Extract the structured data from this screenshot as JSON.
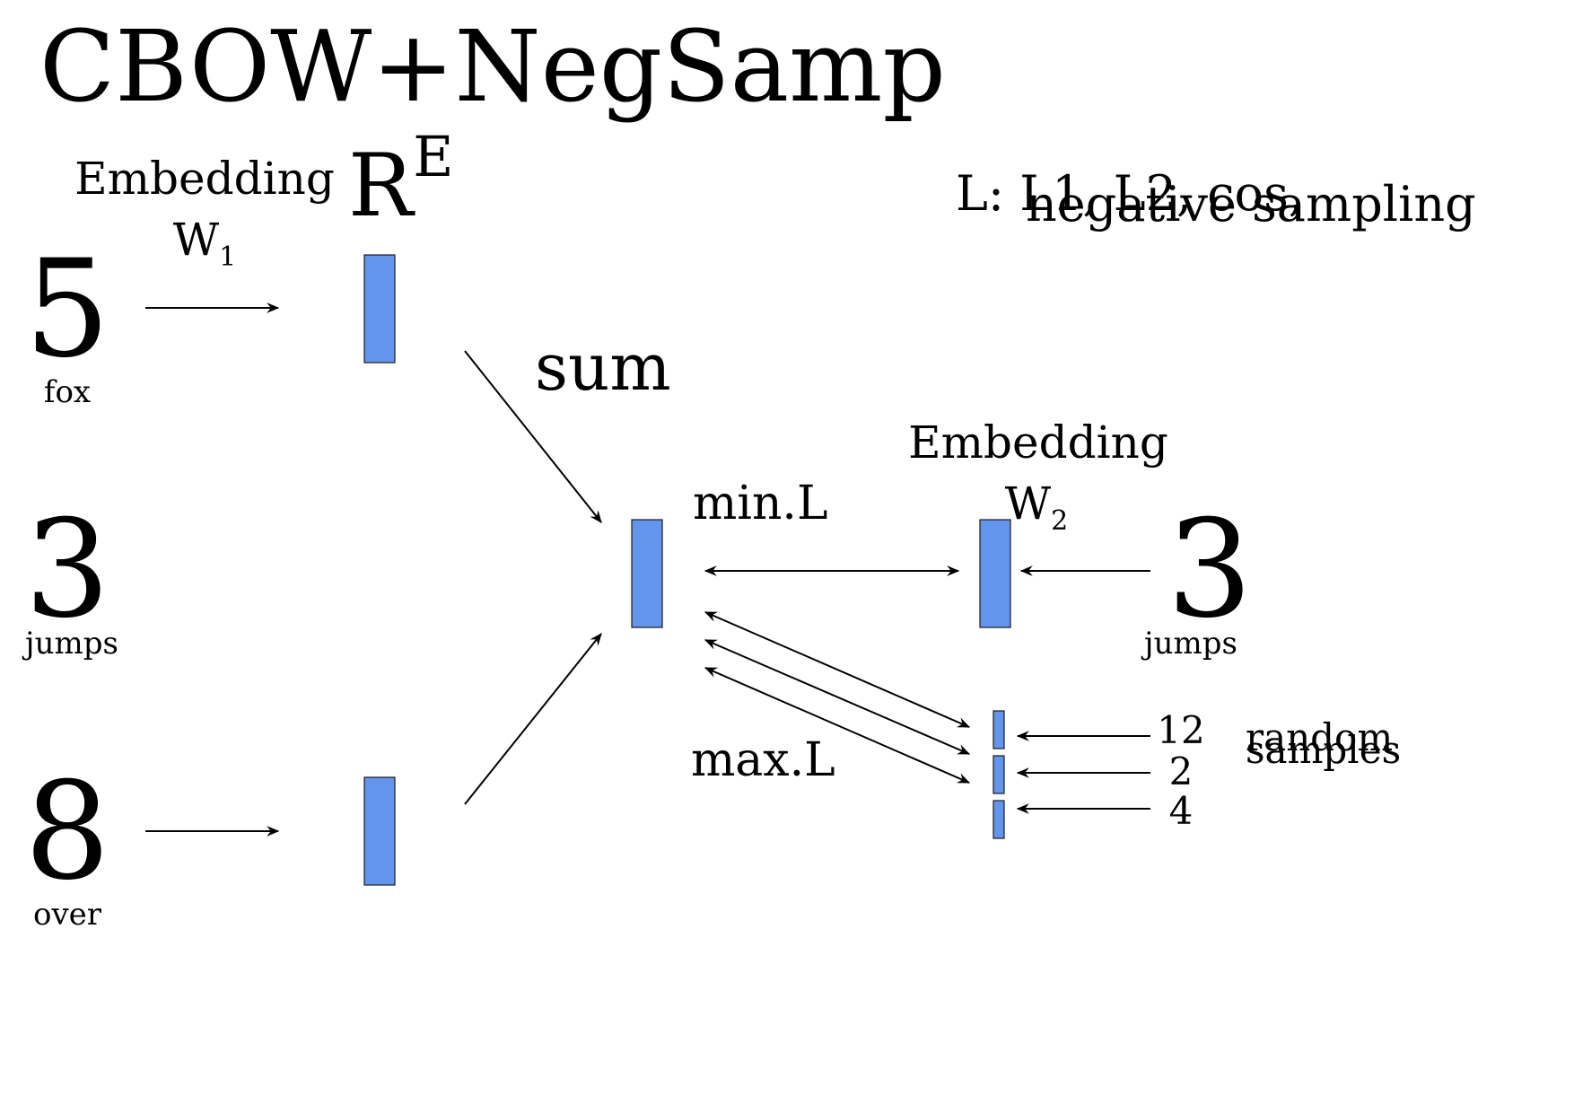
{
  "title": "CBOW+NegSamp",
  "embedding_left": {
    "label": "Embedding",
    "matrix": "W",
    "matrix_sub": "1"
  },
  "space": {
    "base": "R",
    "sup": "E"
  },
  "loss_note": "L: L1, L2, cos,",
  "sampling_note": "negative sampling",
  "inputs": [
    {
      "number": "5",
      "word": "fox"
    },
    {
      "number": "3",
      "word": "jumps"
    },
    {
      "number": "8",
      "word": "over"
    }
  ],
  "sum_label": "sum",
  "min_label": "min.L",
  "max_label": "max.L",
  "embedding_right": {
    "label": "Embedding",
    "matrix": "W",
    "matrix_sub": "2"
  },
  "target": {
    "number": "3",
    "word": "jumps"
  },
  "negatives": [
    "12",
    "2",
    "4"
  ],
  "random_label": "random",
  "samples_label": "samples",
  "colors": {
    "vector_fill": "#6495ED",
    "stroke": "#1a1a1a"
  }
}
